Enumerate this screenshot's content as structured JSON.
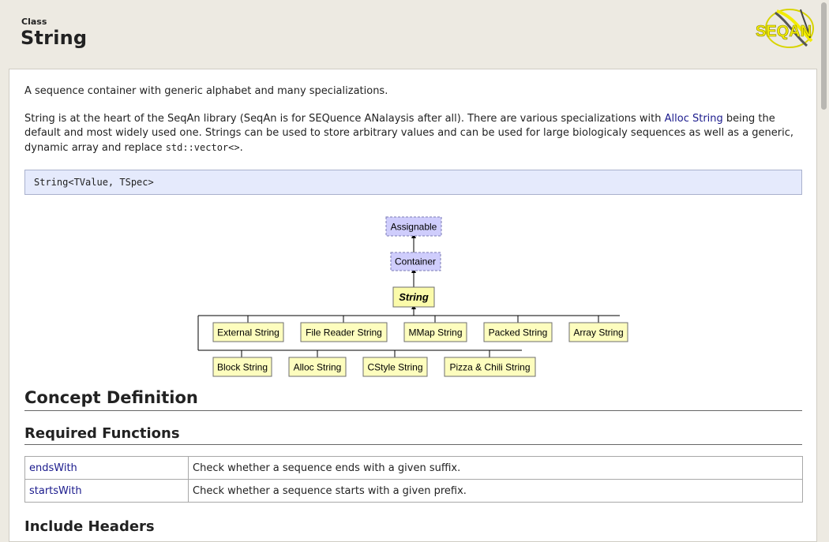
{
  "header": {
    "kind_label": "Class",
    "title": "String",
    "logo_text": "SEQAN"
  },
  "intro": {
    "summary": "A sequence container with generic alphabet and many specializations.",
    "desc_part1": "String is at the heart of the SeqAn library (SeqAn is for SEQuence ANalaysis after all). There are various specializations with ",
    "desc_link": "Alloc String",
    "desc_part2": " being the default and most widely used one. Strings can be used to store arbitrary values and can be used for large biologicaly sequences as well as a generic, dynamic array and replace ",
    "desc_code": "std::vector<>",
    "desc_part3": "."
  },
  "signature": "String<TValue, TSpec>",
  "diagram": {
    "concepts": [
      "Assignable",
      "Container"
    ],
    "current": "String",
    "specializations_row1": [
      "External String",
      "File Reader String",
      "MMap String",
      "Packed String",
      "Array String"
    ],
    "specializations_row2": [
      "Block String",
      "Alloc String",
      "CStyle String",
      "Pizza & Chili String"
    ],
    "colors": {
      "concept_fill": "#cfcdfc",
      "concept_stroke": "#7b7bb5",
      "class_fill": "#fdfdbe",
      "class_stroke": "#6e6e6e",
      "current_fill": "#fbfbaa"
    }
  },
  "sections": {
    "concept_definition": "Concept Definition",
    "required_functions": "Required Functions",
    "include_headers": "Include Headers"
  },
  "functions": [
    {
      "name": "endsWith",
      "desc": "Check whether a sequence ends with a given suffix."
    },
    {
      "name": "startsWith",
      "desc": "Check whether a sequence starts with a given prefix."
    }
  ],
  "colors": {
    "page_bg": "#edeae2",
    "link": "#1a1a8c",
    "signature_bg": "#e5eafc",
    "logo_yellow": "#f2ec00"
  }
}
